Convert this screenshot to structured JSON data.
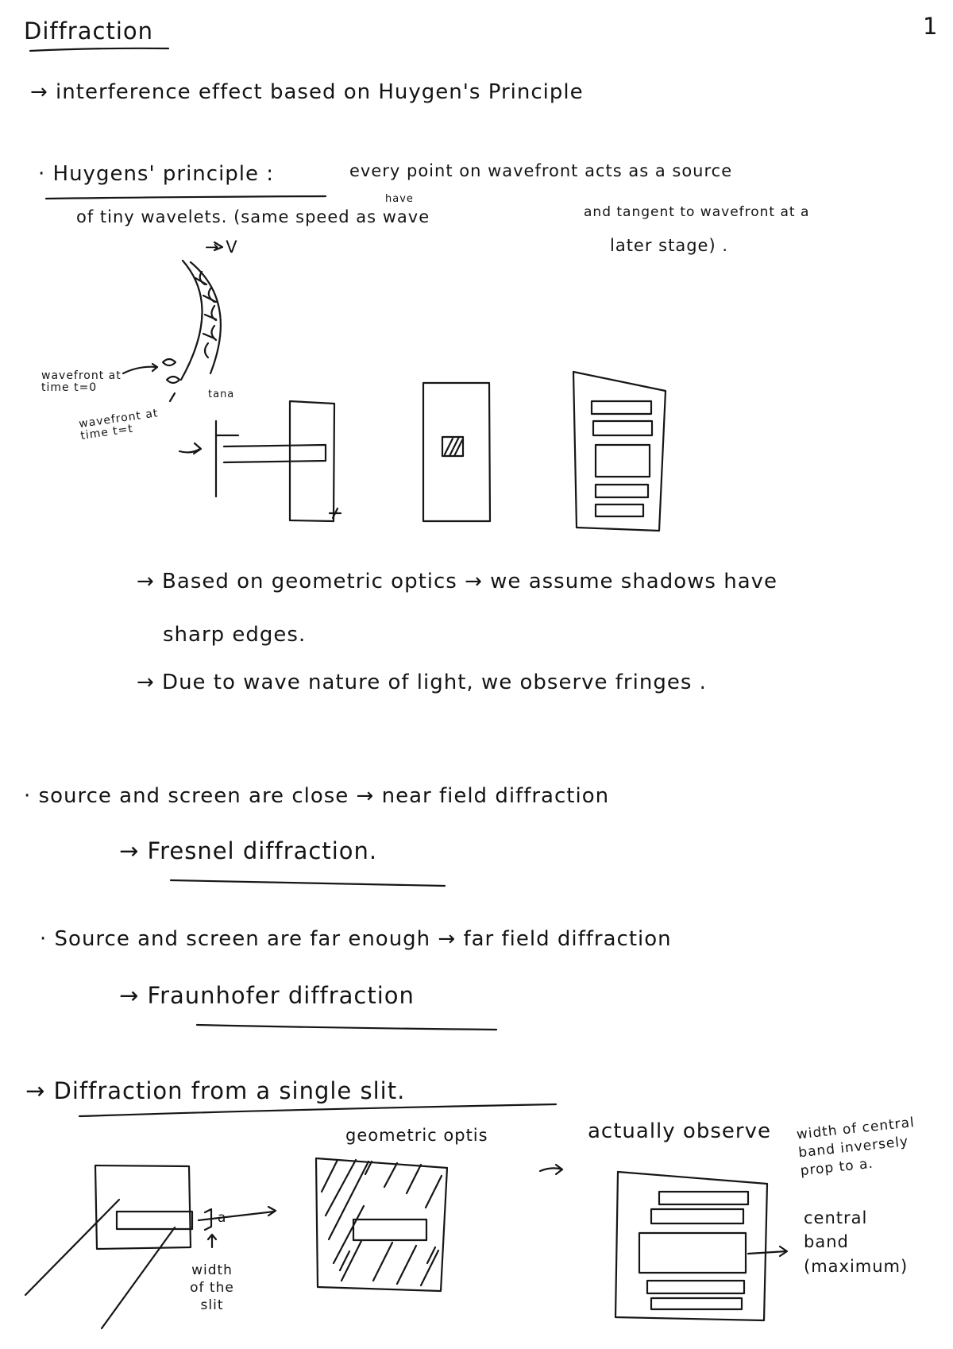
{
  "page_number": "1",
  "title": "Diffraction",
  "intro": "→ interference effect based on Huygen's Principle",
  "huygens": {
    "label": "· Huygens' principle :",
    "text1": "every point on wavefront acts as a source",
    "text2a": "of tiny wavelets. (same speed as wave",
    "text2b": "and tangent to wavefront at a",
    "superscript": "have",
    "text3": "later stage) ."
  },
  "wavefront_sketch": {
    "velocity": "→ V",
    "wavefront_t0": "wavefront at time t=0",
    "wavefront_t": "wavefront at time t=t",
    "tangent": "tana"
  },
  "geometric_notes": [
    "→ Based on geometric optics → we assume shadows have",
    "sharp edges.",
    "→ Due to wave nature of light, we observe fringes ."
  ],
  "fresnel": {
    "line": "· source and screen are close → near field diffraction",
    "result": "→ Fresnel diffraction."
  },
  "fraunhofer": {
    "line": "· Source and screen are far enough → far field diffraction",
    "result": "→ Fraunhofer diffraction"
  },
  "single_slit": {
    "heading": "→ Diffraction from a single slit.",
    "geometric_label": "geometric optis",
    "arrow": "→",
    "observe_label": "actually observe",
    "width_label": "width of the slit",
    "a_label": "a",
    "central_note": "width of central band inversely prop to a.",
    "central_band": "central band (maximum)"
  }
}
